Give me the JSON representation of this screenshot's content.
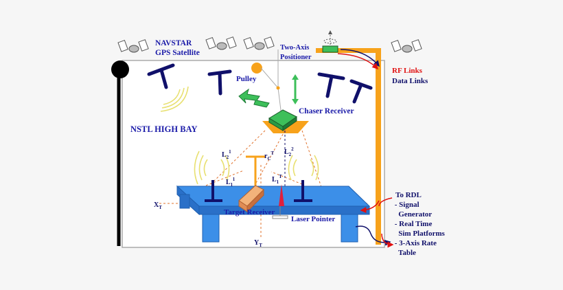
{
  "labels": {
    "navstar_line1": "NAVSTAR",
    "navstar_line2": "GPS Satellite",
    "two_axis_line1": "Two-Axis",
    "two_axis_line2": "Positioner",
    "rf_links": "RF Links",
    "data_links": "Data Links",
    "pulley": "Pulley",
    "chaser_receiver": "Chaser Receiver",
    "nstl_high_bay": "NSTL HIGH BAY",
    "target_receiver": "Target Receiver",
    "laser_pointer": "Laser Pointer",
    "l2_1_base": "L",
    "l2_1_sub": "2",
    "l2_1_sup": "1",
    "l2_2_base": "L",
    "l2_2_sub": "2",
    "l2_2_sup": "2",
    "l1_1_base": "L",
    "l1_1_sub": "1",
    "l1_1_sup": "1",
    "l1_t_base": "L",
    "l1_t_sub": "1",
    "l1_t_sup": "T",
    "rc_base": "r",
    "rc_sub": "C",
    "rc_sup": "T",
    "xt_base": "X",
    "xt_sub": "T",
    "yt_base": "Y",
    "yt_sub": "T",
    "rdl_lines": [
      "To RDL",
      " - Signal",
      "   Generator",
      " - Real Time",
      "   Sim Platforms",
      " - 3-Axis Rate",
      "   Table"
    ]
  },
  "colors": {
    "label_blue": "#1a1aa8",
    "rf_red": "#e01010",
    "orange": "#f7a21b",
    "table_blue": "#3c8fe8",
    "signal_yellow": "#e8e070",
    "receiver_navy": "#10106a",
    "green": "#3dbf5a"
  }
}
